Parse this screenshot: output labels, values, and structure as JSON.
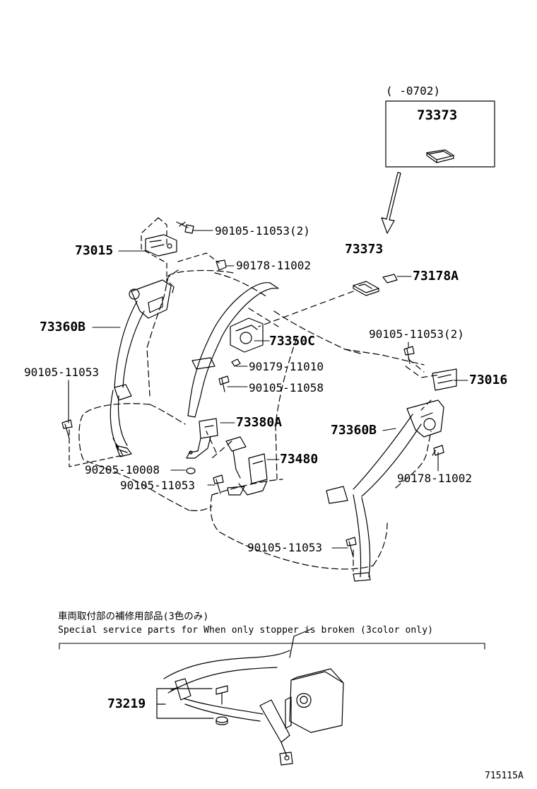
{
  "inset": {
    "date_range": "(      -0702)",
    "part": "73373"
  },
  "labels": {
    "p73373_top": "73373",
    "p73178A": "73178A",
    "p73015": "73015",
    "p73360B_left": "73360B",
    "p73350C": "73350C",
    "p73016": "73016",
    "p73360B_right": "73360B",
    "p73380A": "73380A",
    "p73480": "73480",
    "p73219": "73219",
    "b90105_11053_2_top": "90105-11053(2)",
    "b90178_11002_top": "90178-11002",
    "b90105_11053_2_right": "90105-11053(2)",
    "b90179_11010": "90179-11010",
    "b90105_11058": "90105-11058",
    "b90105_11053_left": "90105-11053",
    "b90205_10008": "90205-10008",
    "b90105_11053_mid": "90105-11053",
    "b90178_11002_right": "90178-11002",
    "b90105_11053_bottom": "90105-11053"
  },
  "note": {
    "japanese": "車両取付部の補修用部品(3色のみ)",
    "english": "Special  service  parts  for  When  only  stopper  is  broken  (3color only)"
  },
  "diagram_code": "715115A"
}
